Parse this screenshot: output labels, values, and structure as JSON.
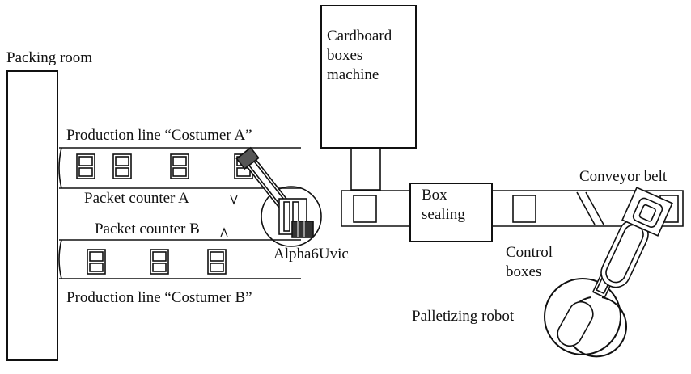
{
  "labels": {
    "packing_room": "Packing room",
    "line_a": "Production line “Costumer A”",
    "line_b": "Production line “Costumer B”",
    "counter_a": "Packet counter A",
    "counter_b": "Packet counter B",
    "robot_arm": "Alpha6Uvic",
    "cardboard": [
      "Cardboard",
      "boxes",
      "machine"
    ],
    "box_sealing": [
      "Box",
      "sealing"
    ],
    "conveyor": "Conveyor belt",
    "control_boxes": [
      "Control",
      "boxes"
    ],
    "palletizing": "Palletizing robot"
  },
  "colors": {
    "line": "#111111",
    "grip_dark": "#333333",
    "background": "#ffffff"
  }
}
